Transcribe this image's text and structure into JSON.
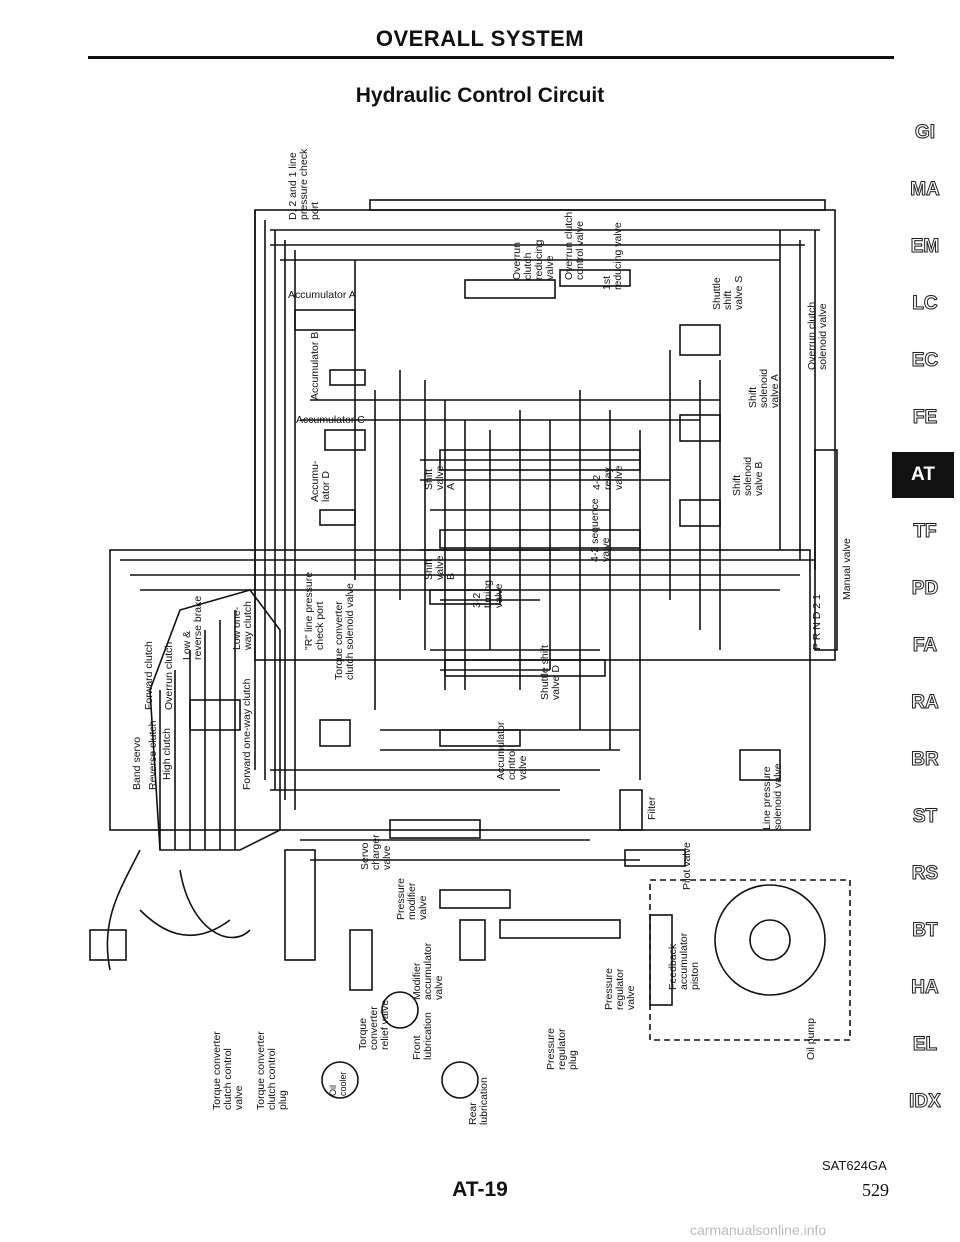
{
  "header": {
    "section_title": "OVERALL SYSTEM",
    "diagram_title": "Hydraulic Control Circuit"
  },
  "side_tabs": [
    "GI",
    "MA",
    "EM",
    "LC",
    "EC",
    "FE",
    "AT",
    "TF",
    "PD",
    "FA",
    "RA",
    "BR",
    "ST",
    "RS",
    "BT",
    "HA",
    "EL",
    "IDX"
  ],
  "active_tab": "AT",
  "labels": {
    "check_port": [
      "D, 2 and 1 line",
      "pressure check",
      "port"
    ],
    "accumulator_a": "Accumulator A",
    "accumulator_b": "Accumulator B",
    "accumulator_c": "Accumulator C",
    "accumulator_d": [
      "Accumu-",
      "lator D"
    ],
    "overrun_reducing": [
      "Overrun",
      "clutch",
      "reducing",
      "valve"
    ],
    "overrun_control": [
      "Overrun clutch",
      "control valve"
    ],
    "first_reducing": [
      "1st",
      "reducing valve"
    ],
    "shuttle_shift_s": [
      "Shuttle",
      "shift",
      "valve S"
    ],
    "overrun_solenoid": [
      "Overrun clutch",
      "solenoid valve"
    ],
    "shift_solenoid_a": [
      "Shift",
      "solenoid",
      "valve A"
    ],
    "shift_solenoid_b": [
      "Shift",
      "solenoid",
      "valve B"
    ],
    "shift_valve_a": [
      "Shift",
      "valve",
      "A"
    ],
    "relay_42": [
      "4-2",
      "relay",
      "valve"
    ],
    "sequence_42": [
      "4-2 sequence",
      "valve"
    ],
    "shift_valve_b": [
      "Shift",
      "valve",
      "B"
    ],
    "timing_32": [
      "3-2",
      "timing",
      "valve"
    ],
    "manual_valve": "Manual valve",
    "prnd": "P R N D 2 1",
    "low_reverse_brake": [
      "Low &",
      "reverse brake"
    ],
    "forward_clutch": "Forward clutch",
    "overrun_clutch": "Overrun clutch",
    "low_one_way": [
      "Low one-",
      "way clutch"
    ],
    "r_check_port": [
      "\"R\" line pressure",
      "check port"
    ],
    "tc_solenoid": [
      "Torque converter",
      "clutch solenoid valve"
    ],
    "band_servo": "Band servo",
    "reverse_clutch": "Reverse clutch",
    "high_clutch": "High clutch",
    "forward_one_way": "Forward one-way clutch",
    "shuttle_shift_d": [
      "Shuttle shift",
      "valve D"
    ],
    "accumulator_control": [
      "Accumulator",
      "control",
      "valve"
    ],
    "line_solenoid": [
      "Line pressure",
      "solenoid valve"
    ],
    "filter": "Filter",
    "pilot_valve": "Pilot valve",
    "servo_charger": [
      "Servo",
      "charger",
      "valve"
    ],
    "pressure_modifier": [
      "Pressure",
      "modifier",
      "valve"
    ],
    "modifier_accumulator": [
      "Modifier",
      "accumulator",
      "valve"
    ],
    "feedback_accumulator": [
      "Feedback",
      "accumulator",
      "piston"
    ],
    "pressure_regulator": [
      "Pressure",
      "regulator",
      "valve"
    ],
    "pressure_regulator_plug": [
      "Pressure",
      "regulator",
      "plug"
    ],
    "oil_pump": "Oil pump",
    "tc_control": [
      "Torque converter",
      "clutch control",
      "valve"
    ],
    "tc_control_plug": [
      "Torque converter",
      "clutch control",
      "plug"
    ],
    "tc_relief": [
      "Torque",
      "converter",
      "relief valve"
    ],
    "front_lub": [
      "Front",
      "lubrication"
    ],
    "rear_lub": [
      "Rear",
      "lubrication"
    ],
    "oil_cooler": [
      "Oil",
      "cooler"
    ]
  },
  "footer": {
    "figure_code": "SAT624GA",
    "page_label": "AT-19",
    "page_number": "529",
    "watermark": "carmanualsonline.info"
  }
}
